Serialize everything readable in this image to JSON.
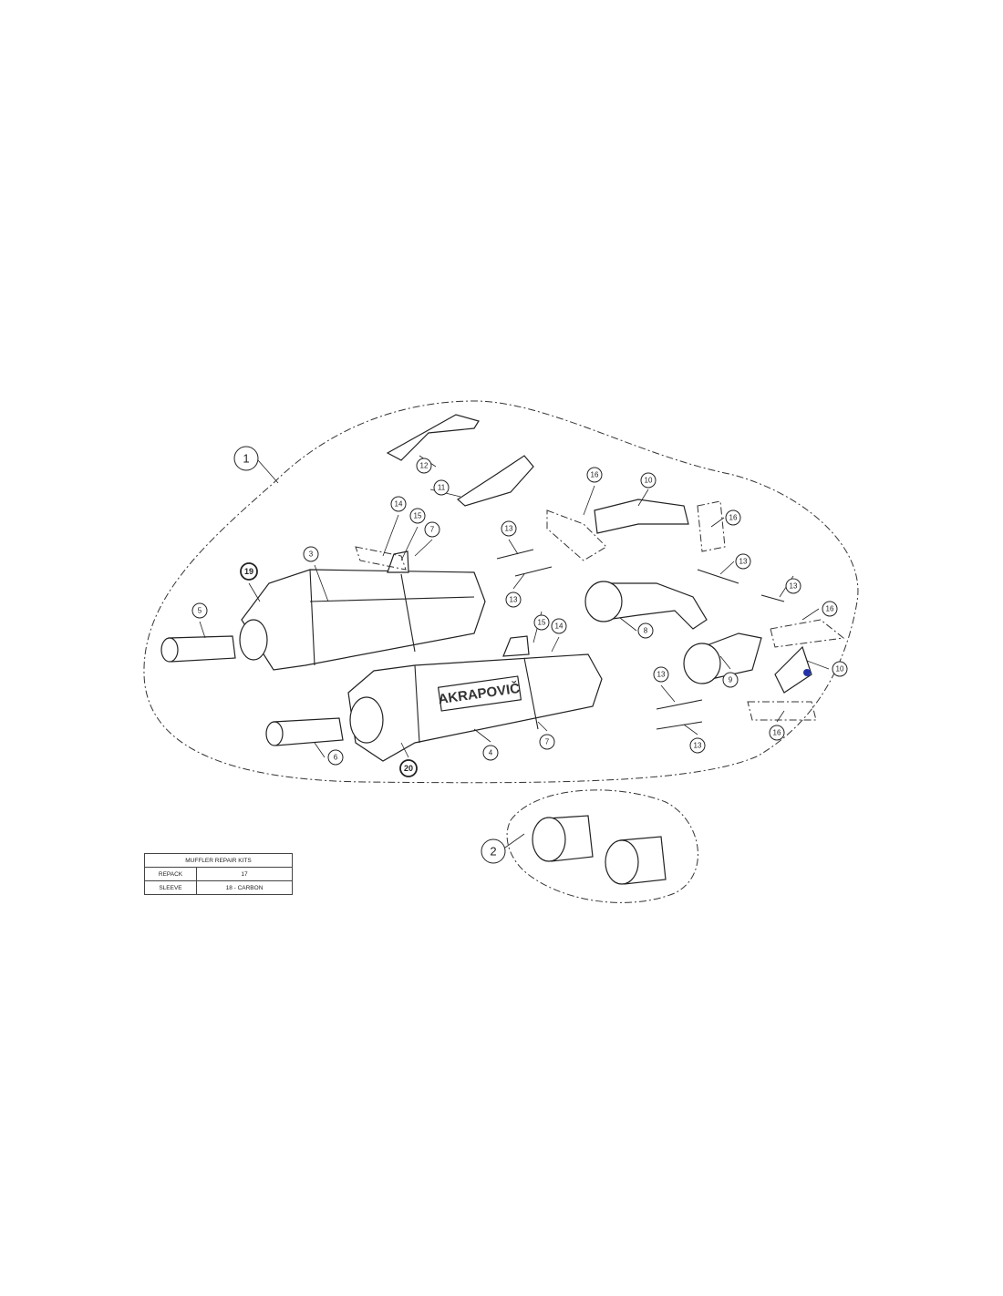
{
  "diagram": {
    "logo_text": "AKRAPOVIČ",
    "callouts": [
      "1",
      "12",
      "11",
      "16",
      "10",
      "16",
      "14",
      "15",
      "7",
      "13",
      "19",
      "3",
      "13",
      "13",
      "13",
      "5",
      "15",
      "14",
      "8",
      "16",
      "10",
      "9",
      "13",
      "7",
      "4",
      "6",
      "20",
      "16",
      "13",
      "2"
    ]
  },
  "repair_kits": {
    "title": "MUFFLER REPAIR KITS",
    "rows": [
      {
        "label": "REPACK",
        "value": "17"
      },
      {
        "label": "SLEEVE",
        "value": "18 - CARBON"
      }
    ]
  }
}
